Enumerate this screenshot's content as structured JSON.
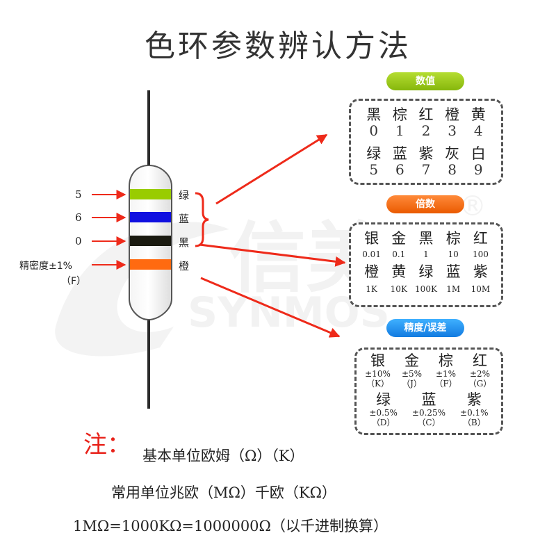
{
  "title": "色环参数辨认方法",
  "watermark": {
    "brand_mark": "信美",
    "registered_symbol": "®",
    "latin_text": "SYNMOS"
  },
  "bands": [
    {
      "digit": "5",
      "color_name": "绿",
      "color": "#99cc00"
    },
    {
      "digit": "6",
      "color_name": "蓝",
      "color": "#1010e0"
    },
    {
      "digit": "0",
      "color_name": "黑",
      "color": "#1a1a10"
    },
    {
      "color_name": "橙",
      "color": "#ff6a10"
    }
  ],
  "tolerance_label": {
    "line1": "精密度±1%",
    "line2": "（F）"
  },
  "panels": {
    "digits": {
      "header": "数值",
      "row1": [
        {
          "color": "黑",
          "value": "0"
        },
        {
          "color": "棕",
          "value": "1"
        },
        {
          "color": "红",
          "value": "2"
        },
        {
          "color": "橙",
          "value": "3"
        },
        {
          "color": "黄",
          "value": "4"
        }
      ],
      "row2": [
        {
          "color": "绿",
          "value": "5"
        },
        {
          "color": "蓝",
          "value": "6"
        },
        {
          "color": "紫",
          "value": "7"
        },
        {
          "color": "灰",
          "value": "8"
        },
        {
          "color": "白",
          "value": "9"
        }
      ]
    },
    "multiplier": {
      "header": "倍数",
      "row1": [
        {
          "color": "银",
          "value": "0.01"
        },
        {
          "color": "金",
          "value": "0.1"
        },
        {
          "color": "黑",
          "value": "1"
        },
        {
          "color": "棕",
          "value": "10"
        },
        {
          "color": "红",
          "value": "100"
        }
      ],
      "row2": [
        {
          "color": "橙",
          "value": "1K"
        },
        {
          "color": "黄",
          "value": "10K"
        },
        {
          "color": "绿",
          "value": "100K"
        },
        {
          "color": "蓝",
          "value": "1M"
        },
        {
          "color": "紫",
          "value": "10M"
        }
      ]
    },
    "tolerance": {
      "header": "精度/误差",
      "row1": [
        {
          "color": "银",
          "value": "±10%",
          "code": "（K）"
        },
        {
          "color": "金",
          "value": "±5%",
          "code": "（J）"
        },
        {
          "color": "棕",
          "value": "±1%",
          "code": "（F）"
        },
        {
          "color": "红",
          "value": "±2%",
          "code": "（G）"
        }
      ],
      "row2": [
        {
          "color": "绿",
          "value": "±0.5%",
          "code": "（D）"
        },
        {
          "color": "蓝",
          "value": "±0.25%",
          "code": "（C）"
        },
        {
          "color": "紫",
          "value": "±0.1%",
          "code": "（B）"
        }
      ]
    }
  },
  "note": {
    "label": "注：",
    "line1": "基本单位欧姆（Ω）（K）",
    "line2": "常用单位兆欧（MΩ）千欧（KΩ）",
    "line3": "1MΩ=1000KΩ=1000000Ω（以千进制换算）"
  },
  "colors": {
    "arrow": "#ee2a1a",
    "panel_border": "#555555"
  }
}
